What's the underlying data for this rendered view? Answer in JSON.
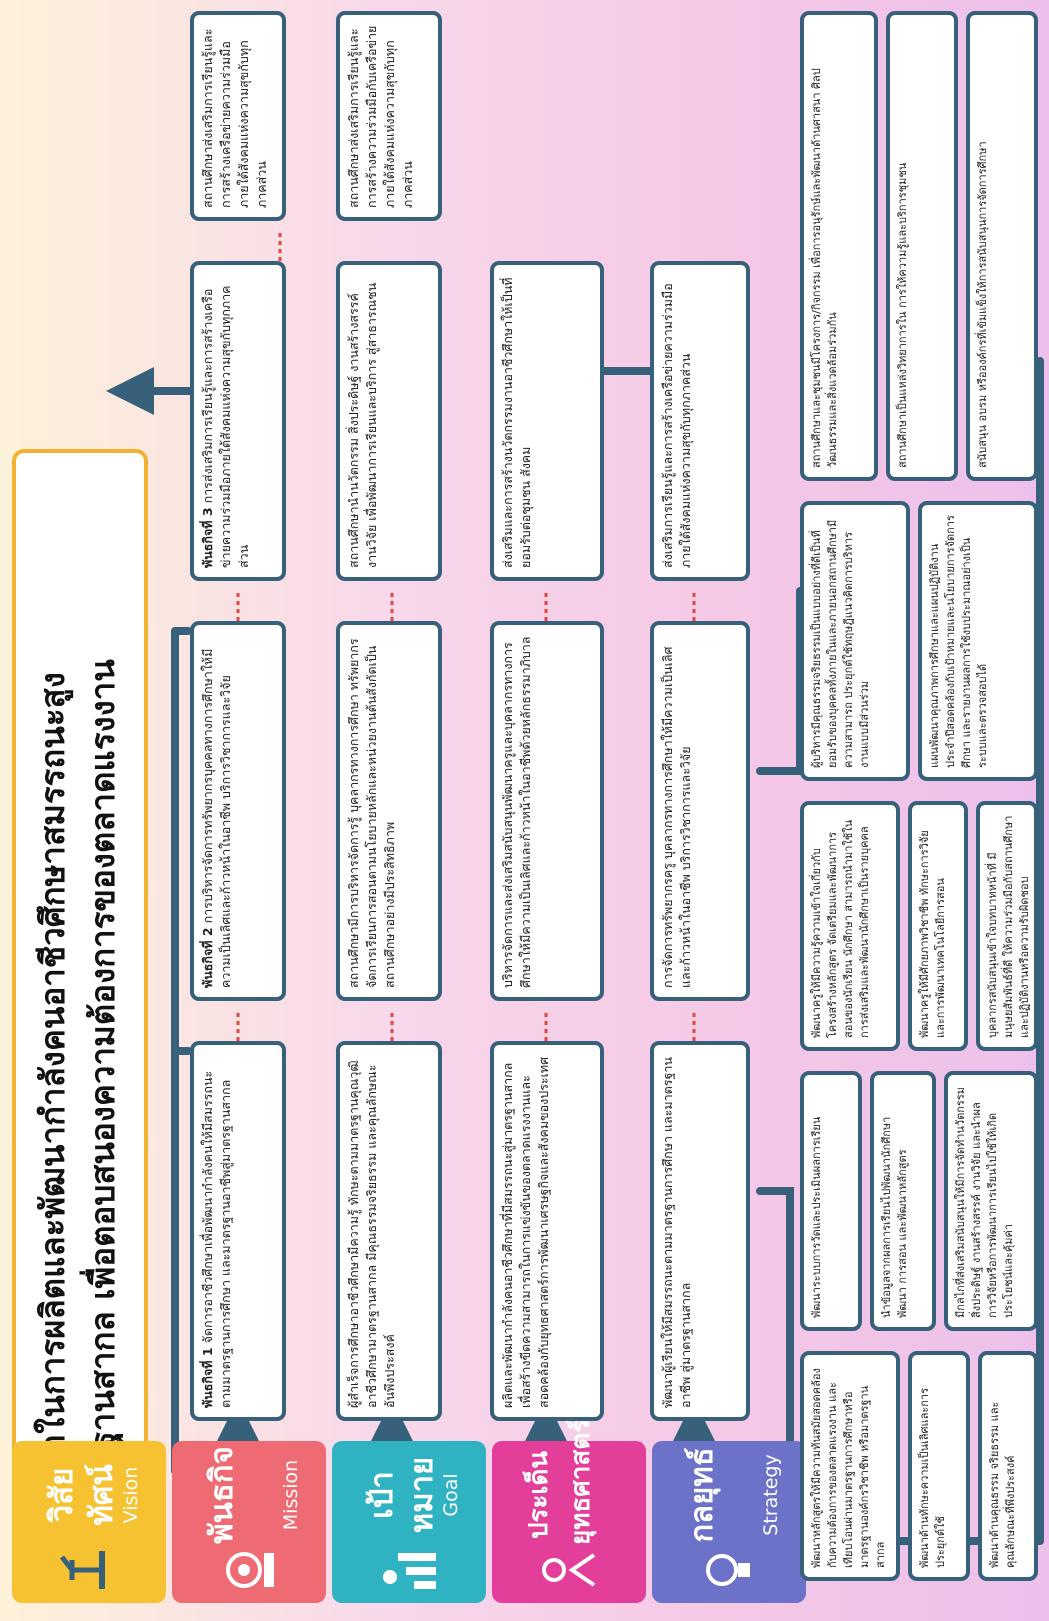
{
  "title": {
    "line1": "เป็นผู้นำในการผลิตและพัฒนากำลังคนอาชีวศึกษาสมรรถนะสูง",
    "line2": "สู่มาตรฐานสากล เพื่อตอบสนองความต้องการของตลาดแรงงาน"
  },
  "labels": [
    {
      "th": "วิสัยทัศน์",
      "en": "Vision",
      "color": "#f6c232",
      "icon": "vision-icon"
    },
    {
      "th": "พันธกิจ",
      "en": "Mission",
      "color": "#ef6b73",
      "icon": "mission-icon"
    },
    {
      "th": "เป้าหมาย",
      "en": "Goal",
      "color": "#2fb3c2",
      "icon": "goal-icon"
    },
    {
      "th": "ประเด็น",
      "th2": "ยุทธศาสตร์",
      "en": "",
      "color": "#e23e9a",
      "icon": "strategy-issue-icon"
    },
    {
      "th": "กลยุทธ์",
      "en": "Strategy",
      "color": "#6b72c7",
      "icon": "lightbulb-icon"
    }
  ],
  "mission": [
    {
      "bold": "พันธกิจที่ 1",
      "text": "จัดการอาชีวศึกษาเพื่อพัฒนากำลังคนให้มีสมรรถนะตามมาตรฐานการศึกษา และมาตรฐานอาชีพสู่มาตรฐานสากล"
    },
    {
      "bold": "พันธกิจที่ 2",
      "text": "การบริหารจัดการทรัพยากรบุคคลทางการศึกษาให้มีความเป็นเลิศและก้าวหน้าในอาชีพ บริการวิชาการและวิจัย"
    },
    {
      "bold": "พันธกิจที่ 3",
      "text": "การส่งเสริมการเรียนรู้และการสร้างเครือข่ายความร่วมมือภายใต้สังคมแห่งความสุขกับทุกภาคส่วน"
    }
  ],
  "goal": [
    "ผู้สำเร็จการศึกษาอาชีวศึกษามีความรู้ ทักษะตามมาตรฐานคุณวุฒิอาชีวศึกษามาตรฐานสากล มีคุณธรรมจริยธรรม และคุณลักษณะอันพึงประสงค์",
    "สถานศึกษามีการบริหารจัดการรู้ บุคลากรทางการศึกษา ทรัพยากร จัดการเรียนการสอนตามนโยบายหลักและหน่วยงานต้นสังกัดเป็นสถานศึกษาอย่างมีประสิทธิภาพ",
    "สถานศึกษานำนวัตกรรม สิ่งประดิษฐ์ งานสร้างสรรค์ งานวิจัย เพื่อพัฒนาการเรียนและบริการ สู่สาธารณชน",
    "สถานศึกษาส่งเสริมการเรียนรู้และการสร้างความร่วมมือกับเครือข่ายภายใต้สังคมแห่งความสุขกับทุกภาคส่วน"
  ],
  "issues": [
    "ผลิตและพัฒนากำลังคนอาชีวศึกษาที่มีสมรรถนะสู่มาตรฐานสากลเพื่อสร้างขีดความสามารถในการแข่งขันของตลาดแรงงานและสอดคล้องกับยุทธศาสตร์การพัฒนาเศรษฐกิจและสังคมของประเทศ",
    "บริหารจัดการและส่งเสริมสนับสนุนพัฒนาครูและบุคลากรทางการศึกษาให้มีความเป็นเลิศและก้าวหน้าในอาชีพด้วยหลักธรรมาภิบาล",
    "ส่งเสริมและการสร้างนวัตกรรมงานอาชีวศึกษาให้เป็นที่ยอมรับต่อชุมชน สังคม"
  ],
  "strategy": [
    "พัฒนาผู้เรียนให้มีสมรรถนะตามมาตรฐานการศึกษา และมาตรฐานอาชีพ สู่มาตรฐานสากล",
    "การจัดการทรัพยากรครู บุคลากรทางการศึกษาให้มีความเป็นเลิศและก้าวหน้าในอาชีพ บริการวิชาการและวิจัย",
    "ส่งเสริมการเรียนรู้และการสร้างเครือข่ายความร่วมมือภายใต้สังคมแห่งความสุขกับทุกภาคส่วน"
  ],
  "sub1a": [
    "พัฒนาหลักสูตรให้มีความทันสมัยสอดคล้องกับความต้องการของตลาดแรงงาน และเทียบโอนผ่านมาตรฐานการศึกษาหรือมาตรฐานองค์กรวิชาชีพ หรือมาตรฐานสากล",
    "พัฒนาด้านทักษะความเป็นเลิศและการประยุกต์ใช้",
    "พัฒนาด้านคุณธรรม จริยธรรม และคุณลักษณะที่พึงประสงค์"
  ],
  "sub1b": [
    "พัฒนาระบบการวัดและประเมินผลการเรียน",
    "นำข้อมูลจากผลการเรียนไปพัฒนานักศึกษา พัฒนา การสอน และพัฒนาหลักสูตร",
    "มีกลไกที่ส่งเสริมสนับสนุนให้มีการจัดทำนวัตกรรม สิ่งประดิษฐ์ งานสร้างสรรค์ งานวิจัย และนำผลการวิจัยหรือการพัฒนาการเรียนไปใช้ให้เกิดประโยชน์และคุ้มค่า"
  ],
  "sub2a": [
    "พัฒนาครูให้มีความรู้ความเข้าใจเกี่ยวกับโครงสร้างหลักสูตร จัดเตรียมและพัฒนาการสอนของนักเรียน นักศึกษา สามารถนำมาใช้ในการส่งเสริมและพัฒนานักศึกษาเป็นรายบุคคล",
    "พัฒนาครูให้มีศักยภาพวิชาชีพ ทักษะการวิจัย และการพัฒนาเทคโนโลยีการสอน",
    "บุคลากรสนับสนุนเข้าใจบทบาทหน้าที่ มีมนุษยสัมพันธ์ที่ดี ให้ความร่วมมือกับสถานศึกษาและปฏิบัติงานหรือความรับผิดชอบ"
  ],
  "sub2b": [
    "ผู้บริหารมีคุณธรรมจริยธรรมเป็นแบบอย่างที่ดีเป็นที่ยอมรับของบุคคลทั้งภายในและภายนอกสถานศึกษามีความสามารถ ประยุกต์ใช้ทฤษฎีแนวคิดการบริหารงานแบบมีส่วนร่วม",
    "แผนพัฒนาคุณภาพการศึกษาและแผนปฏิบัติงานประจำปีสอดคล้องกับเป้าหมายและนโยบายการจัดการศึกษา และรายงานผลการใช้งบประมาณอย่างเป็นระบบและตรวจสอบได้"
  ],
  "sub3": [
    "สถานศึกษาและชุมชนมีโครงการ/กิจกรรม เพื่อการอนุรักษ์และพัฒนาด้านศาสนา ศิลปวัฒนธรรมและสิ่งแวดล้อมร่วมกัน",
    "สถานศึกษาเป็นแหล่งวิทยาการใน การให้ความรู้และบริการชุมชน",
    "สนับสนุน อบรม หรือองค์กรที่เข้มแข็งให้การสนับสนุนการจัดการศึกษา"
  ],
  "extra": "สถานศึกษาส่งเสริมการเรียนรู้และการสร้างเครือข่ายความร่วมมือภายใต้สังคมแห่งความสุขกับทุกภาคส่วน"
}
